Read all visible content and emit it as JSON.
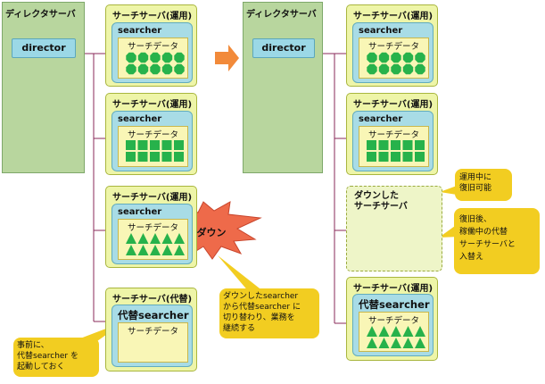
{
  "left": {
    "director_box_title": "ディレクタサーバ",
    "director_label": "director",
    "servers": [
      {
        "title": "サーチサーバ(運用)",
        "inner_title": "searcher",
        "data_label": "サーチデータ",
        "shape": "octagon"
      },
      {
        "title": "サーチサーバ(運用)",
        "inner_title": "searcher",
        "data_label": "サーチデータ",
        "shape": "square"
      },
      {
        "title": "サーチサーバ(運用)",
        "inner_title": "searcher",
        "data_label": "サーチデータ",
        "shape": "triangle"
      },
      {
        "title": "サーチサーバ(代替)",
        "inner_title": "代替searcher",
        "data_label": "サーチデータ",
        "shape": "none"
      }
    ]
  },
  "right": {
    "director_box_title": "ディレクタサーバ",
    "director_label": "director",
    "servers": [
      {
        "title": "サーチサーバ(運用)",
        "inner_title": "searcher",
        "data_label": "サーチデータ",
        "shape": "octagon"
      },
      {
        "title": "サーチサーバ(運用)",
        "inner_title": "searcher",
        "data_label": "サーチデータ",
        "shape": "square"
      },
      {
        "title": "サーチサーバ(運用)",
        "inner_title": "代替searcher",
        "data_label": "サーチデータ",
        "shape": "triangle"
      }
    ],
    "down_server_text": "ダウンした\nサーチサーバ"
  },
  "explosion_text": "ダウン",
  "callouts": {
    "standby": "事前に、\n代替searcher を\n起動しておく",
    "switch": "ダウンしたsearcher\nから代替searcher に\n切り替わり、業務を\n継続する",
    "recover": "運用中に\n復旧可能",
    "replace": "復旧後、\n稼働中の代替\nサーチサーバと\n入替え"
  },
  "colors": {
    "director": "#b8d69e",
    "server": "#eef5a8",
    "searcher": "#a8dce6",
    "data": "#f9f6b6",
    "data_shape": "#27b24b",
    "callout": "#f2cd21",
    "line": "#8a2a5a",
    "arrow": "#f28a3a",
    "explosion": "#ee6a4a"
  }
}
